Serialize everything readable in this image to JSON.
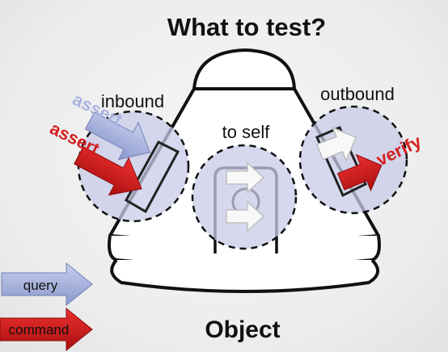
{
  "title": "What to test?",
  "labels": {
    "inbound": "inbound",
    "to_self": "to self",
    "outbound": "outbound",
    "object": "Object"
  },
  "arrows": {
    "assert_query": "assert",
    "assert_command": "assert",
    "verify": "verify"
  },
  "legend": {
    "query": "query",
    "command": "command"
  },
  "colors": {
    "query_blue": "#9aa8d8",
    "command_red": "#d42020",
    "circle_fill": "#c8cbe8",
    "outline": "#1a1a1a"
  }
}
